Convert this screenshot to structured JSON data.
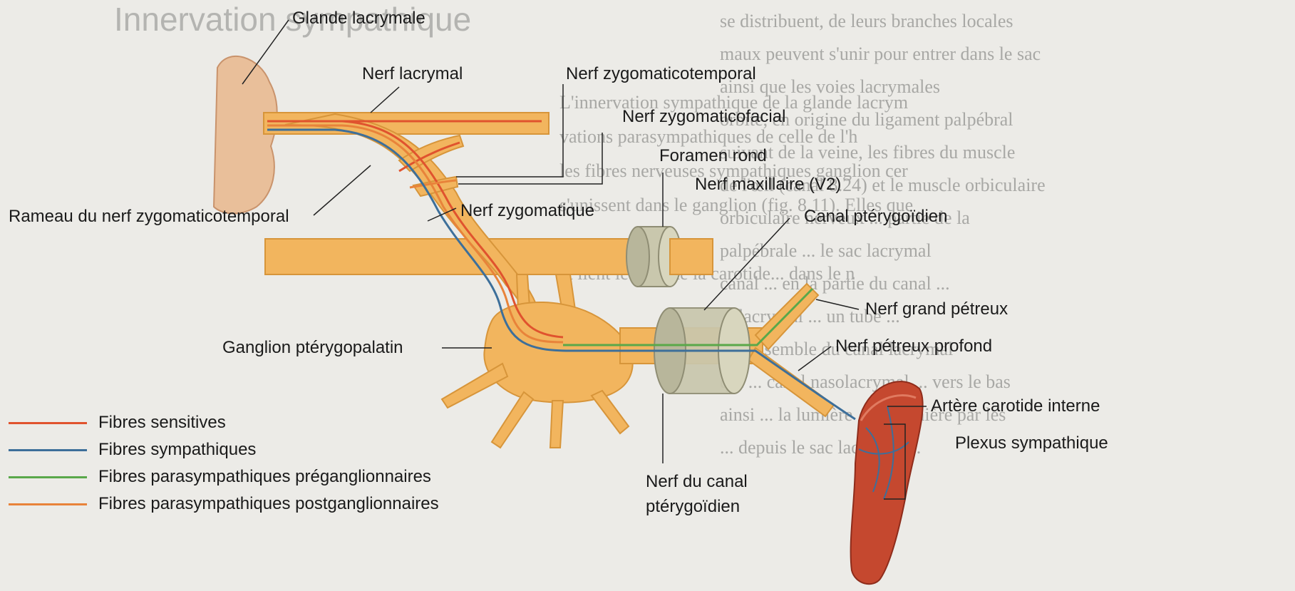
{
  "background": {
    "heading": "Innervation sympathique",
    "left_lines": [
      "L'innervation sympathique de la glande lacrym",
      "vations parasympathiques de celle de l'h",
      "les fibres nerveuses sympathiques ganglion cer",
      "s'unissent dans le ganglion (fig. 8.11). Elles que",
      "et lient le long de la carotide... dans le n"
    ],
    "right_lines": [
      "se distribuent, de leurs branches locales",
      "maux peuvent s'unir pour entrer dans le sac",
      "ainsi que les voies lacrymales",
      "orbite, en origine du ligament palpébral",
      "suivant de la veine, les fibres du muscle",
      "de l'œil (canal 8.24) et le muscle orbiculaire",
      "orbiculaire nerveux ... partie de la",
      "palpébrale ... le sac lacrymal",
      "canal ... en la partie du canal ...",
      "... lacrymal ... un tube ...",
      "... l'ensemble du canal lacrymal",
      "qui ... canal nasolacrymal ... vers le bas",
      "ainsi ... la lumière ... sa lumière par les",
      "... depuis le sac lacrymal ..."
    ]
  },
  "labels": {
    "glande_lacrymale": "Glande lacrymale",
    "nerf_lacrymal": "Nerf lacrymal",
    "nerf_zygomaticotemporal": "Nerf zygomaticotemporal",
    "nerf_zygomaticofacial": "Nerf zygomaticofacial",
    "foramen_rond": "Foramen rond",
    "nerf_maxillaire": "Nerf maxillaire (V2)",
    "rameau_zygomaticotemporal": "Rameau du nerf zygomaticotemporal",
    "nerf_zygomatique": "Nerf zygomatique",
    "canal_pterygoidien": "Canal ptérygoïdien",
    "nerf_grand_petreux": "Nerf grand pétreux",
    "ganglion_pterygopalatin": "Ganglion ptérygopalatin",
    "nerf_petreux_profond": "Nerf pétreux profond",
    "artere_carotide_interne": "Artère carotide interne",
    "plexus_sympathique": "Plexus sympathique",
    "nerf_canal_line1": "Nerf du canal",
    "nerf_canal_line2": "ptérygoïdien"
  },
  "legend": [
    {
      "label": "Fibres sensitives",
      "color": "#e0532e"
    },
    {
      "label": "Fibres sympathiques",
      "color": "#3d6f9a"
    },
    {
      "label": "Fibres parasympathiques préganglionnaires",
      "color": "#5aa84a"
    },
    {
      "label": "Fibres parasympathiques postganglionnaires",
      "color": "#e8833a"
    }
  ],
  "colors": {
    "nerve": "#f2b55e",
    "nerve_edge": "#d7953a",
    "gland": "#e9bf9a",
    "canal": "#c9c7ad",
    "artery": "#c5482f",
    "sensory": "#e0532e",
    "sympathetic": "#3d6f9a",
    "preganglionic": "#5aa84a",
    "postganglionic": "#e8833a"
  }
}
